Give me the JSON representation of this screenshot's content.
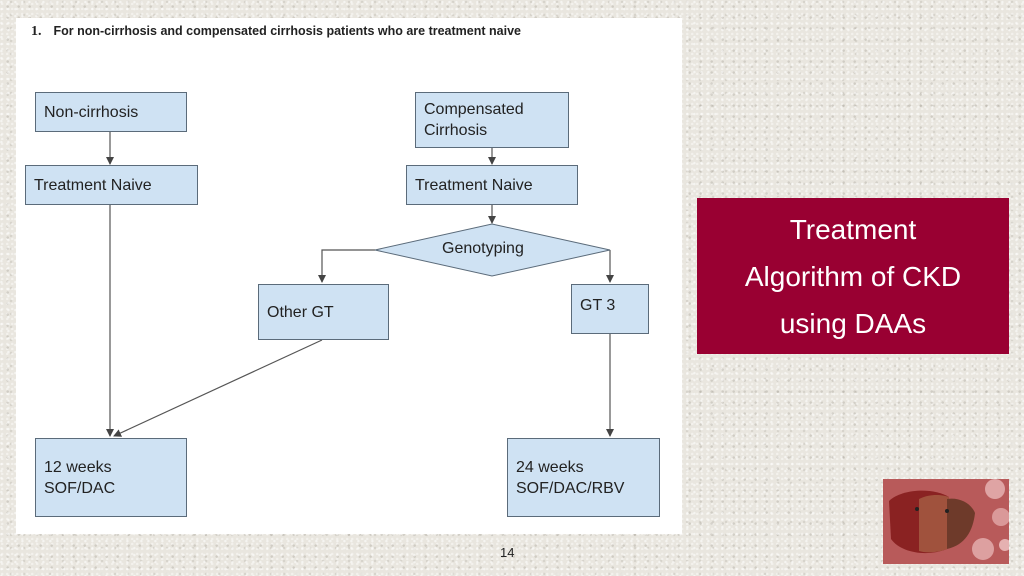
{
  "figure": {
    "heading_number": "1.",
    "heading_text": "For non-cirrhosis and compensated cirrhosis patients who are treatment naive"
  },
  "flowchart": {
    "non_cirrhosis": "Non-cirrhosis",
    "compensated_line1": "Compensated",
    "compensated_line2": "Cirrhosis",
    "naive_left": "Treatment Naive",
    "naive_right": "Treatment Naive",
    "genotyping": "Genotyping",
    "other_gt": "Other GT",
    "gt3": "GT 3",
    "result_left_line1": "12 weeks",
    "result_left_line2": "SOF/DAC",
    "result_right_line1": "24 weeks",
    "result_right_line2": "SOF/DAC/RBV"
  },
  "title_panel": {
    "line1": "Treatment",
    "line2": "Algorithm of CKD",
    "line3": "using DAAs",
    "background_color": "#990032"
  },
  "page_number": "14"
}
